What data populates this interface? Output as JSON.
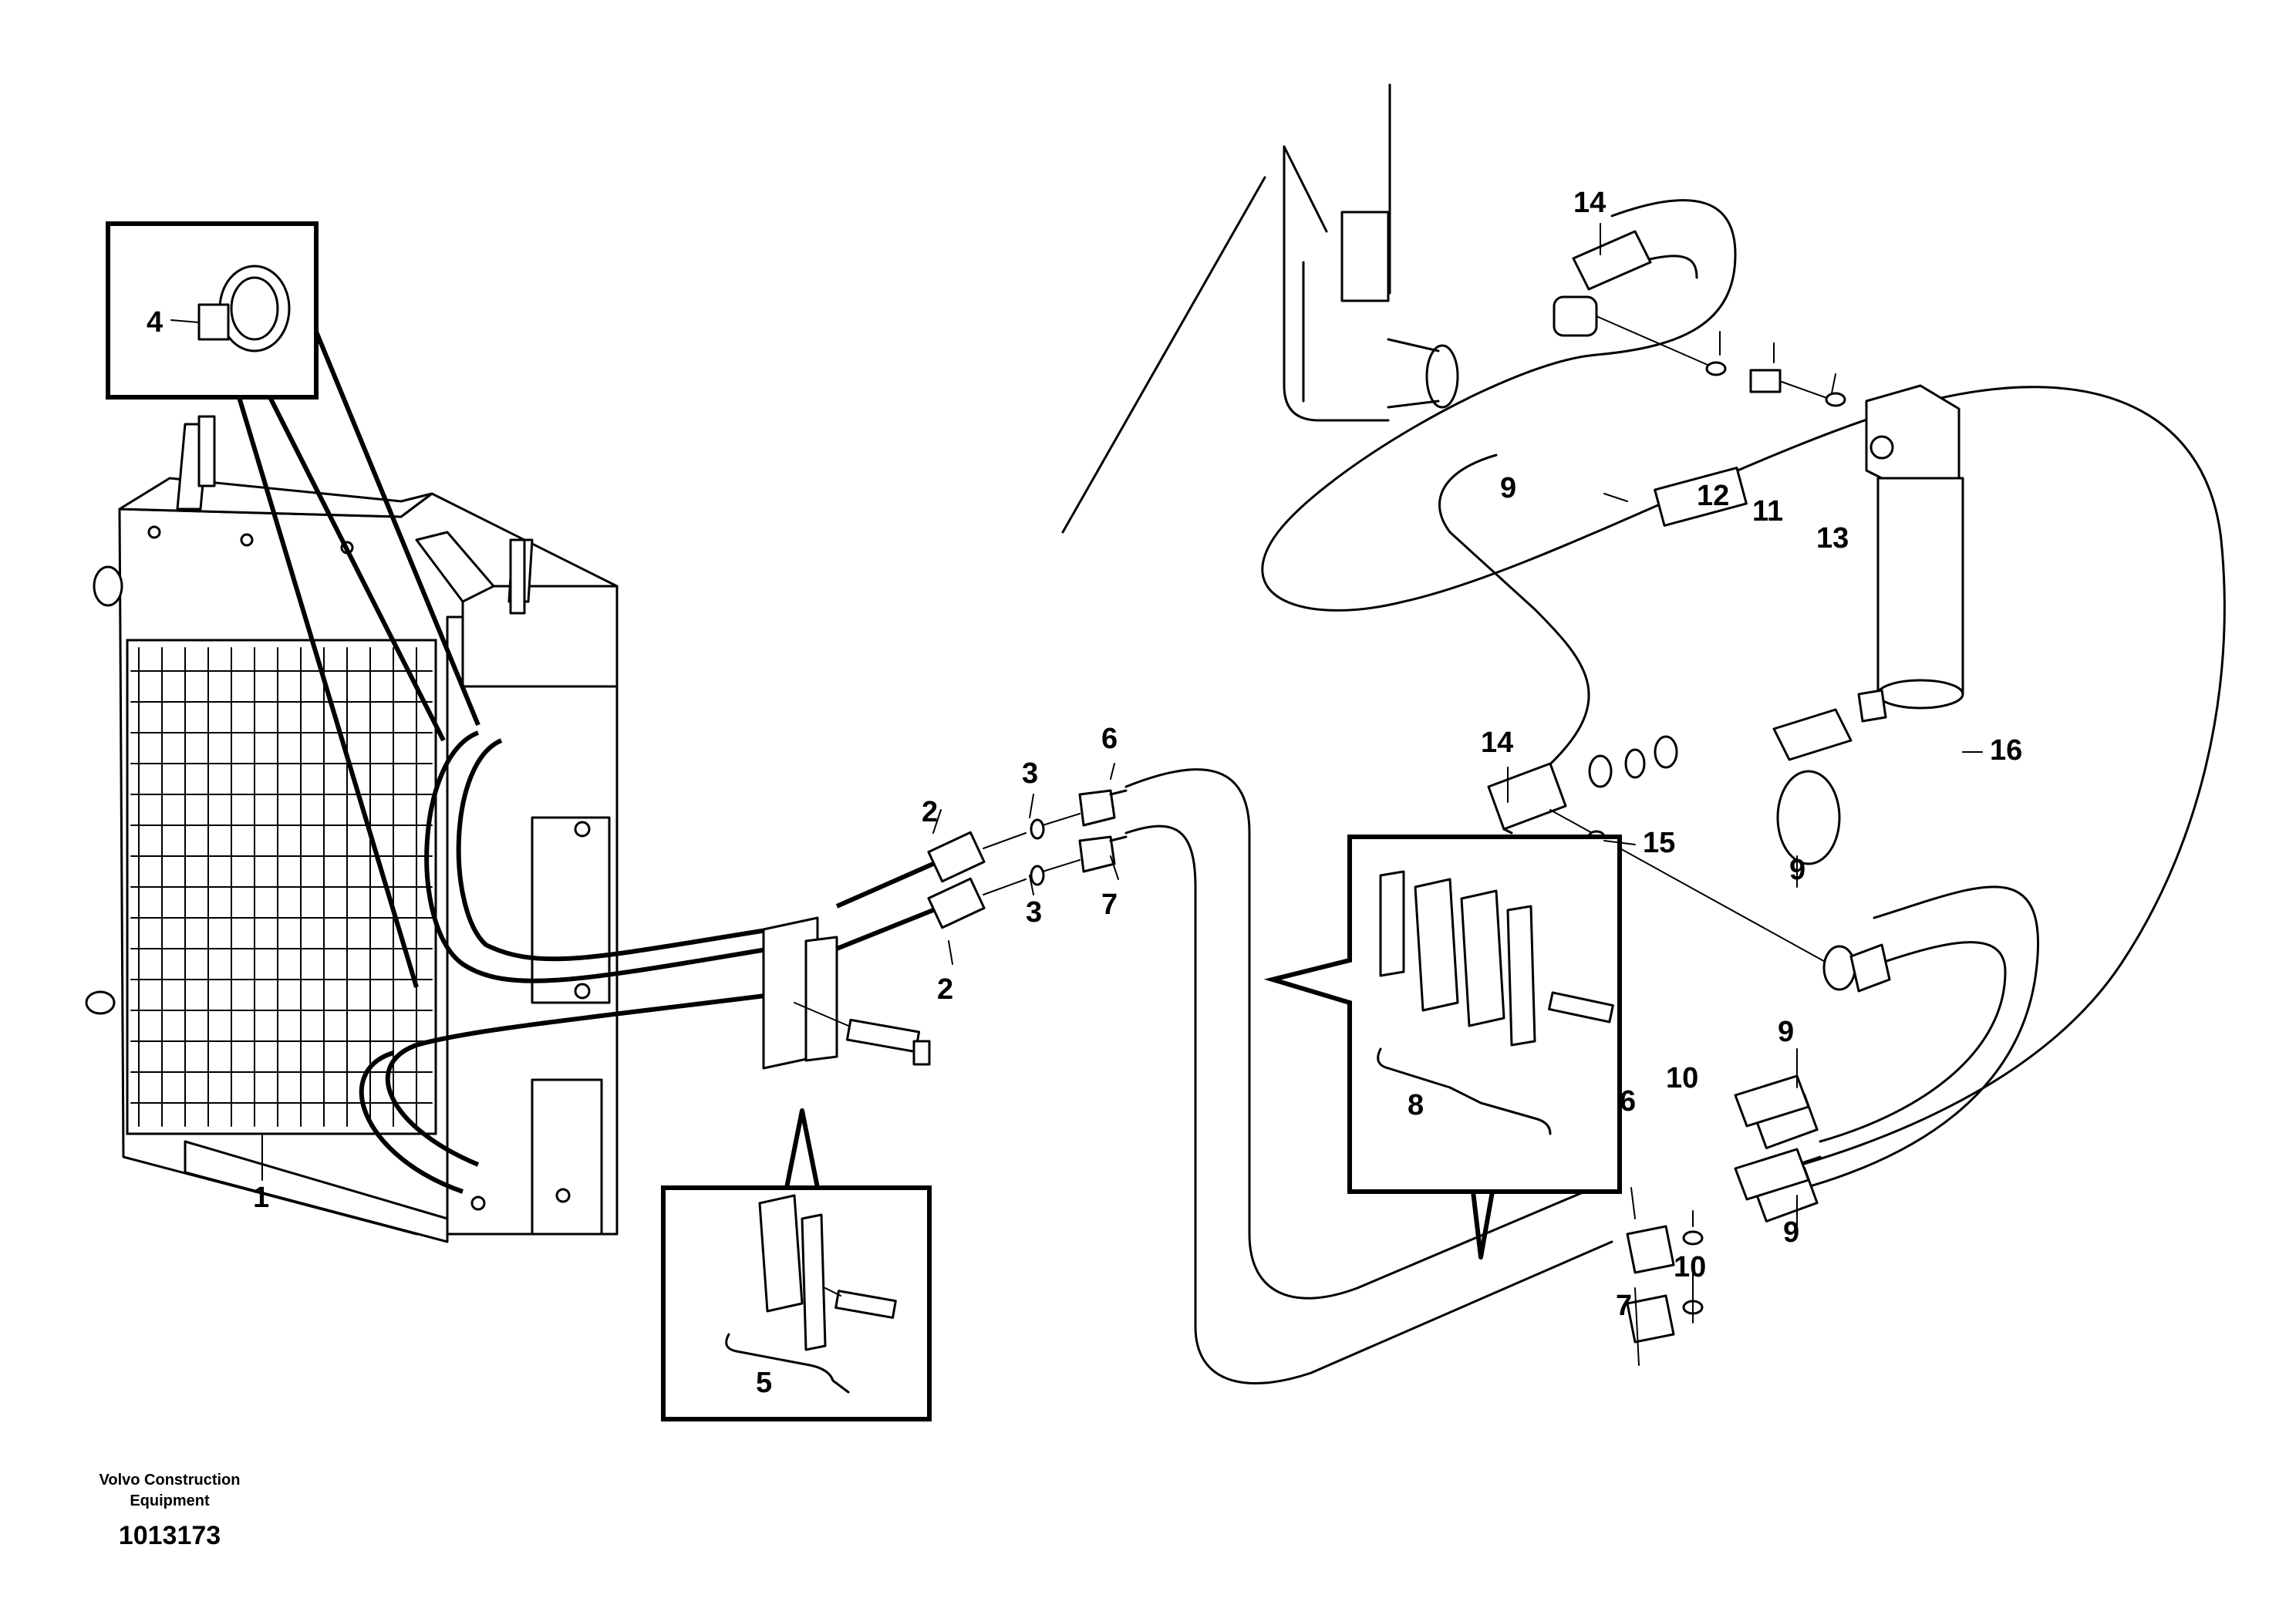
{
  "callouts": [
    {
      "id": "c1",
      "text": "1"
    },
    {
      "id": "c2a",
      "text": "2"
    },
    {
      "id": "c2b",
      "text": "2"
    },
    {
      "id": "c3a",
      "text": "3"
    },
    {
      "id": "c3b",
      "text": "3"
    },
    {
      "id": "c4",
      "text": "4"
    },
    {
      "id": "c5",
      "text": "5"
    },
    {
      "id": "c6a",
      "text": "6"
    },
    {
      "id": "c6b",
      "text": "6"
    },
    {
      "id": "c7a",
      "text": "7"
    },
    {
      "id": "c7b",
      "text": "7"
    },
    {
      "id": "c8",
      "text": "8"
    },
    {
      "id": "c9a",
      "text": "9"
    },
    {
      "id": "c9b",
      "text": "9"
    },
    {
      "id": "c9c",
      "text": "9"
    },
    {
      "id": "c9d",
      "text": "9"
    },
    {
      "id": "c10a",
      "text": "10"
    },
    {
      "id": "c10b",
      "text": "10"
    },
    {
      "id": "c11",
      "text": "11"
    },
    {
      "id": "c12",
      "text": "12"
    },
    {
      "id": "c13",
      "text": "13"
    },
    {
      "id": "c14a",
      "text": "14"
    },
    {
      "id": "c14b",
      "text": "14"
    },
    {
      "id": "c15",
      "text": "15"
    },
    {
      "id": "c16",
      "text": "16"
    }
  ],
  "footer": {
    "company_line1": "Volvo Construction",
    "company_line2": "Equipment",
    "drawing_number": "1013173"
  }
}
